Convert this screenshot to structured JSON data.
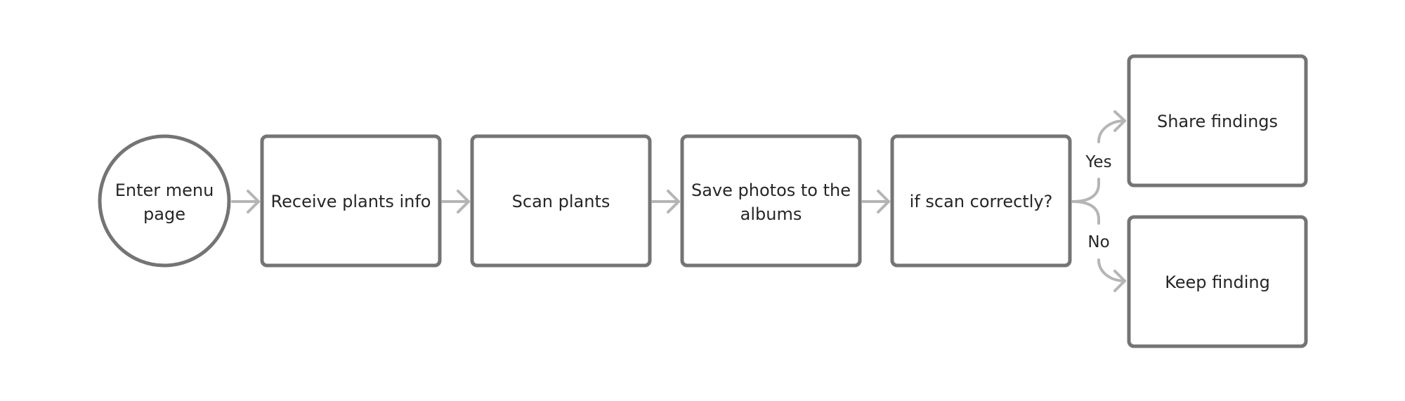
{
  "nodes": {
    "start": {
      "line1": "Enter menu",
      "line2": "page"
    },
    "receive": {
      "label": "Receive plants info"
    },
    "scan": {
      "label": "Scan plants"
    },
    "save": {
      "line1": "Save photos to the",
      "line2": "albums"
    },
    "decision": {
      "label": "if scan correctly?"
    },
    "share": {
      "label": "Share findings"
    },
    "keep": {
      "label": "Keep finding"
    }
  },
  "branches": {
    "yes": "Yes",
    "no": "No"
  },
  "colors": {
    "node_stroke": "#747474",
    "connector": "#b5b5b5",
    "text": "#262626",
    "background": "#ffffff"
  }
}
